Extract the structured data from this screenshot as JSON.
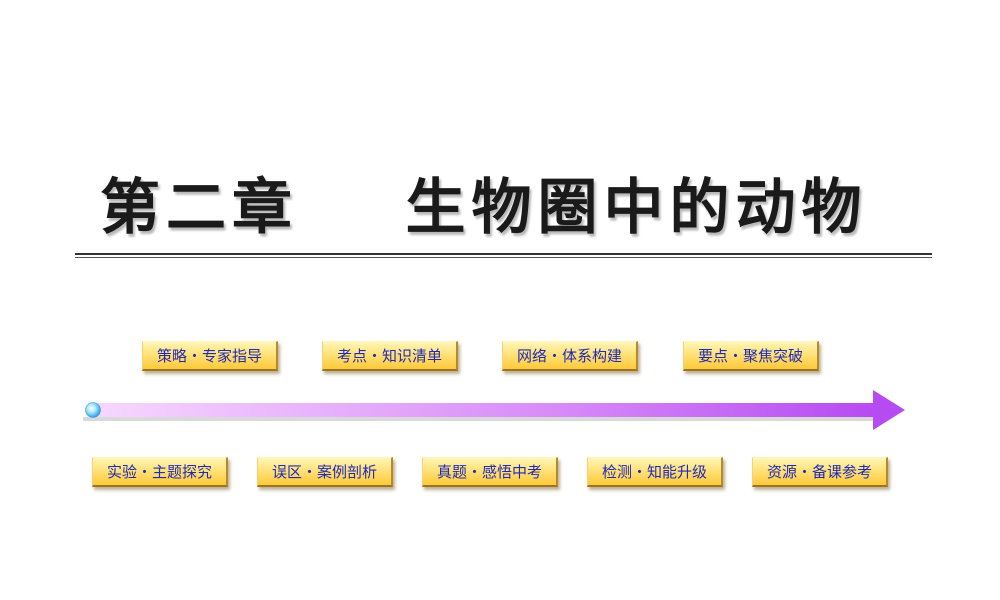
{
  "slide": {
    "title": "第二章    生物圈中的动物"
  },
  "nav_top": [
    {
      "label": "策略・专家指导"
    },
    {
      "label": "考点・知识清单"
    },
    {
      "label": "网络・体系构建"
    },
    {
      "label": "要点・聚焦突破"
    }
  ],
  "nav_bottom": [
    {
      "label": "实验・主题探究"
    },
    {
      "label": "误区・案例剖析"
    },
    {
      "label": "真题・感悟中考"
    },
    {
      "label": "检测・知能升级"
    },
    {
      "label": "资源・备课参考"
    }
  ],
  "colors": {
    "button_text": "#1f2ab8",
    "button_fill": "#ffd95a",
    "arrow_start": "#f7d8ff",
    "arrow_end": "#b64bf2",
    "dot": "#7fd3ff"
  },
  "icons": {
    "timeline": "arrow-right-icon",
    "start": "dot-icon"
  }
}
